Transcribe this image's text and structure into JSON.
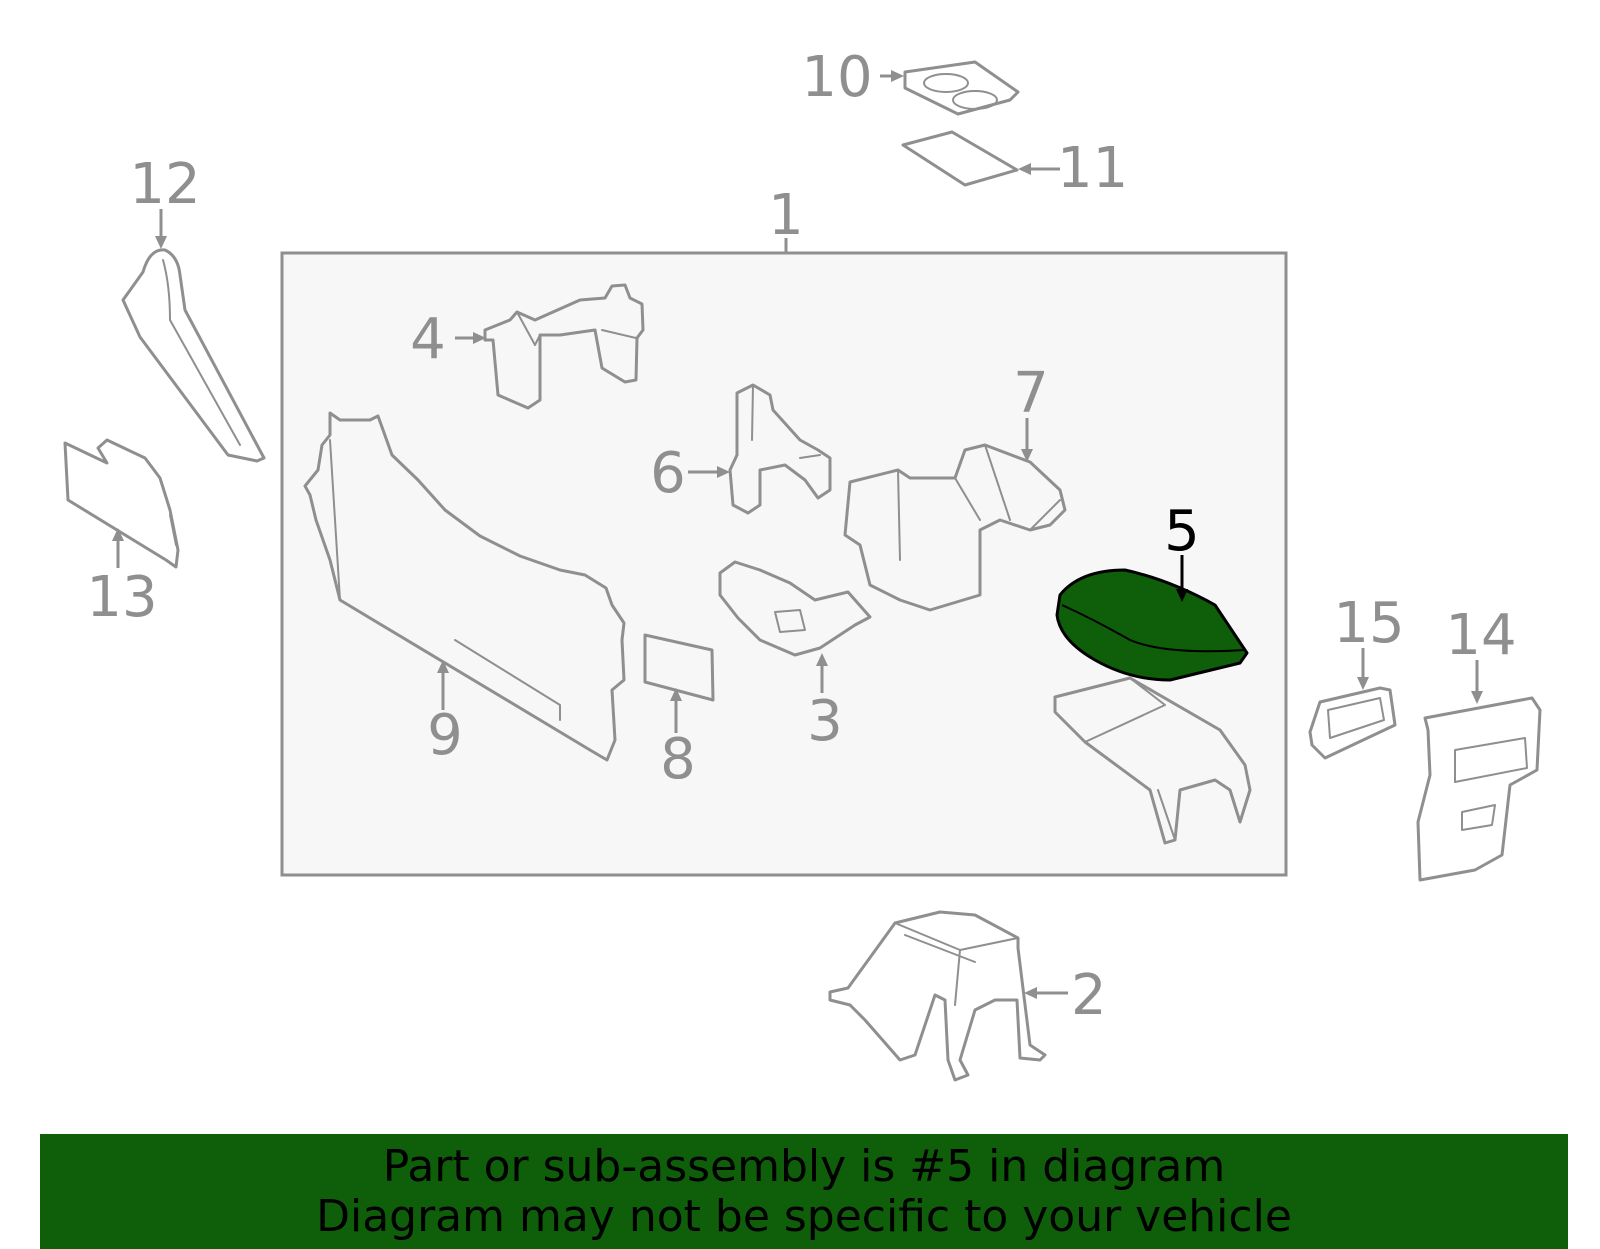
{
  "diagram": {
    "highlight_color": "#0f5e0a",
    "selected_part": "5",
    "callouts": {
      "c1": "1",
      "c2": "2",
      "c3": "3",
      "c4": "4",
      "c5": "5",
      "c6": "6",
      "c7": "7",
      "c8": "8",
      "c9": "9",
      "c10": "10",
      "c11": "11",
      "c12": "12",
      "c13": "13",
      "c14": "14",
      "c15": "15"
    }
  },
  "banner": {
    "line1": "Part or sub-assembly is #5 in diagram",
    "line2": "Diagram may not be specific to your vehicle"
  }
}
